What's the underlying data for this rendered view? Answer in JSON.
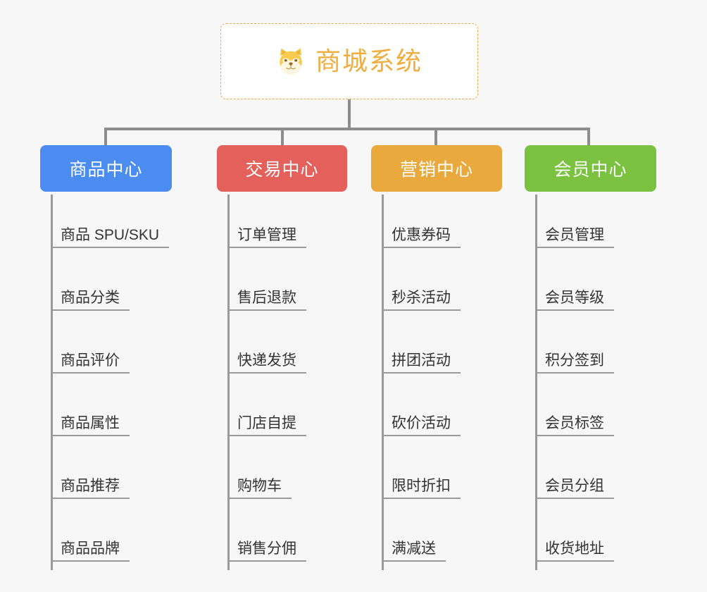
{
  "background_color": "#f7f7f7",
  "root": {
    "icon": "shiba-dog-face-icon",
    "title": "商城系统",
    "text_color": "#f0ad3e",
    "border_color": "#e8a94a",
    "fill_color": "#ffffff"
  },
  "connector_color": "#8d8d8d",
  "branch_line_color": "#9a9a9a",
  "columns": [
    {
      "id": "product-center",
      "label": "商品中心",
      "color": "#4a8cf0",
      "items": [
        "商品 SPU/SKU",
        "商品分类",
        "商品评价",
        "商品属性",
        "商品推荐",
        "商品品牌"
      ]
    },
    {
      "id": "trade-center",
      "label": "交易中心",
      "color": "#e4605b",
      "items": [
        "订单管理",
        "售后退款",
        "快递发货",
        "门店自提",
        "购物车",
        "销售分佣"
      ]
    },
    {
      "id": "marketing-center",
      "label": "营销中心",
      "color": "#eaa93c",
      "items": [
        "优惠券码",
        "秒杀活动",
        "拼团活动",
        "砍价活动",
        "限时折扣",
        "满减送"
      ]
    },
    {
      "id": "member-center",
      "label": "会员中心",
      "color": "#7ac23f",
      "items": [
        "会员管理",
        "会员等级",
        "积分签到",
        "会员标签",
        "会员分组",
        "收货地址"
      ]
    }
  ]
}
